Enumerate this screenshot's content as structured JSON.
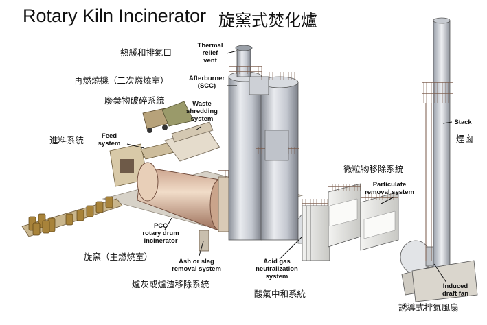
{
  "title": {
    "english": "Rotary Kiln Incinerator",
    "chinese": "旋窯式焚化爐"
  },
  "components": [
    {
      "key": "thermal_relief_vent",
      "en": "Thermal\nrelief\nvent",
      "zh": "熱緩和排氣口"
    },
    {
      "key": "afterburner",
      "en": "Afterburner\n(SCC)",
      "zh": "再燃燒機（二次燃燒室）"
    },
    {
      "key": "waste_shredding",
      "en": "Waste\nshredding\nsystem",
      "zh": "廢棄物破碎系統"
    },
    {
      "key": "feed_system",
      "en": "Feed\nsystem",
      "zh": "進料系統"
    },
    {
      "key": "stack",
      "en": "Stack",
      "zh": "煙囪"
    },
    {
      "key": "particulate_removal",
      "en": "Particulate\nremoval system",
      "zh": "微粒物移除系統"
    },
    {
      "key": "rotary_kiln",
      "en": "PCC\nrotary drum\nincinerator",
      "zh": "旋窯（主燃燒室）"
    },
    {
      "key": "ash_removal",
      "en": "Ash or slag\nremoval system",
      "zh": "爐灰或爐渣移除系統"
    },
    {
      "key": "acid_gas",
      "en": "Acid gas\nneutralization\nsystem",
      "zh": "酸氣中和系統"
    },
    {
      "key": "induced_draft_fan",
      "en": "Induced\ndraft fan",
      "zh": "誘導式排氣風扇"
    }
  ]
}
